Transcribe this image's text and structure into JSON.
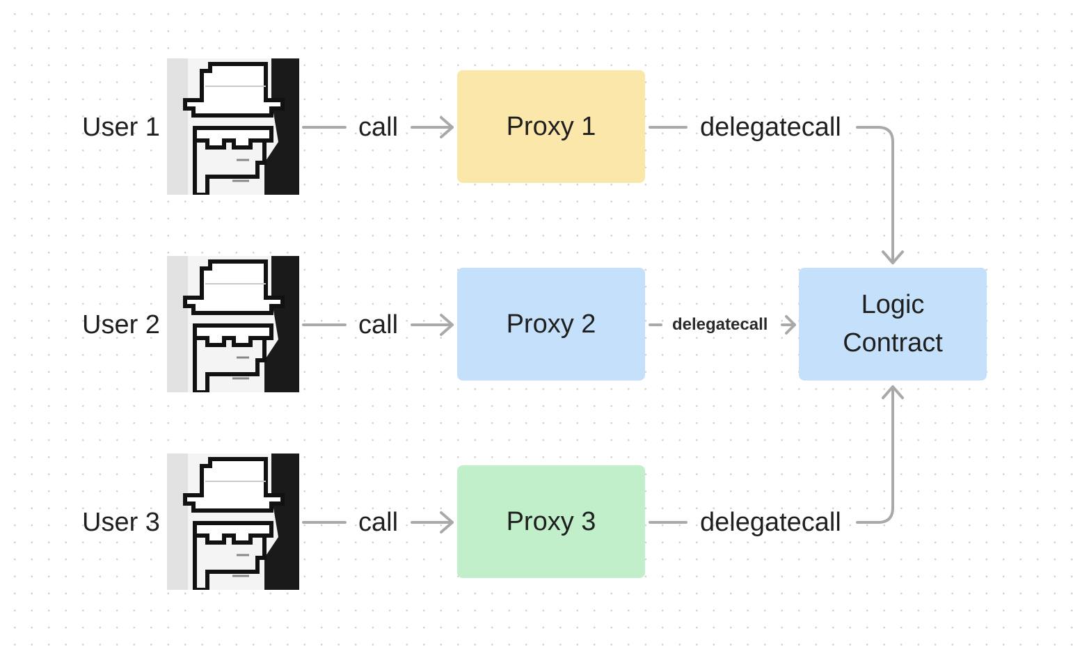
{
  "users": [
    {
      "label": "User 1",
      "avatar_icon": "hat-sunglasses-avatar-icon"
    },
    {
      "label": "User 2",
      "avatar_icon": "hat-sunglasses-avatar-icon"
    },
    {
      "label": "User 3",
      "avatar_icon": "hat-sunglasses-avatar-icon"
    }
  ],
  "edges": {
    "call": "call",
    "delegatecall": "delegatecall"
  },
  "proxies": [
    {
      "label": "Proxy 1",
      "color": "#fbe7a9"
    },
    {
      "label": "Proxy 2",
      "color": "#c4e0fa"
    },
    {
      "label": "Proxy 3",
      "color": "#c0efc9"
    }
  ],
  "logic": {
    "line1": "Logic",
    "line2": "Contract",
    "color": "#c4e0fa"
  },
  "arrow_color": "#a9a9a9"
}
